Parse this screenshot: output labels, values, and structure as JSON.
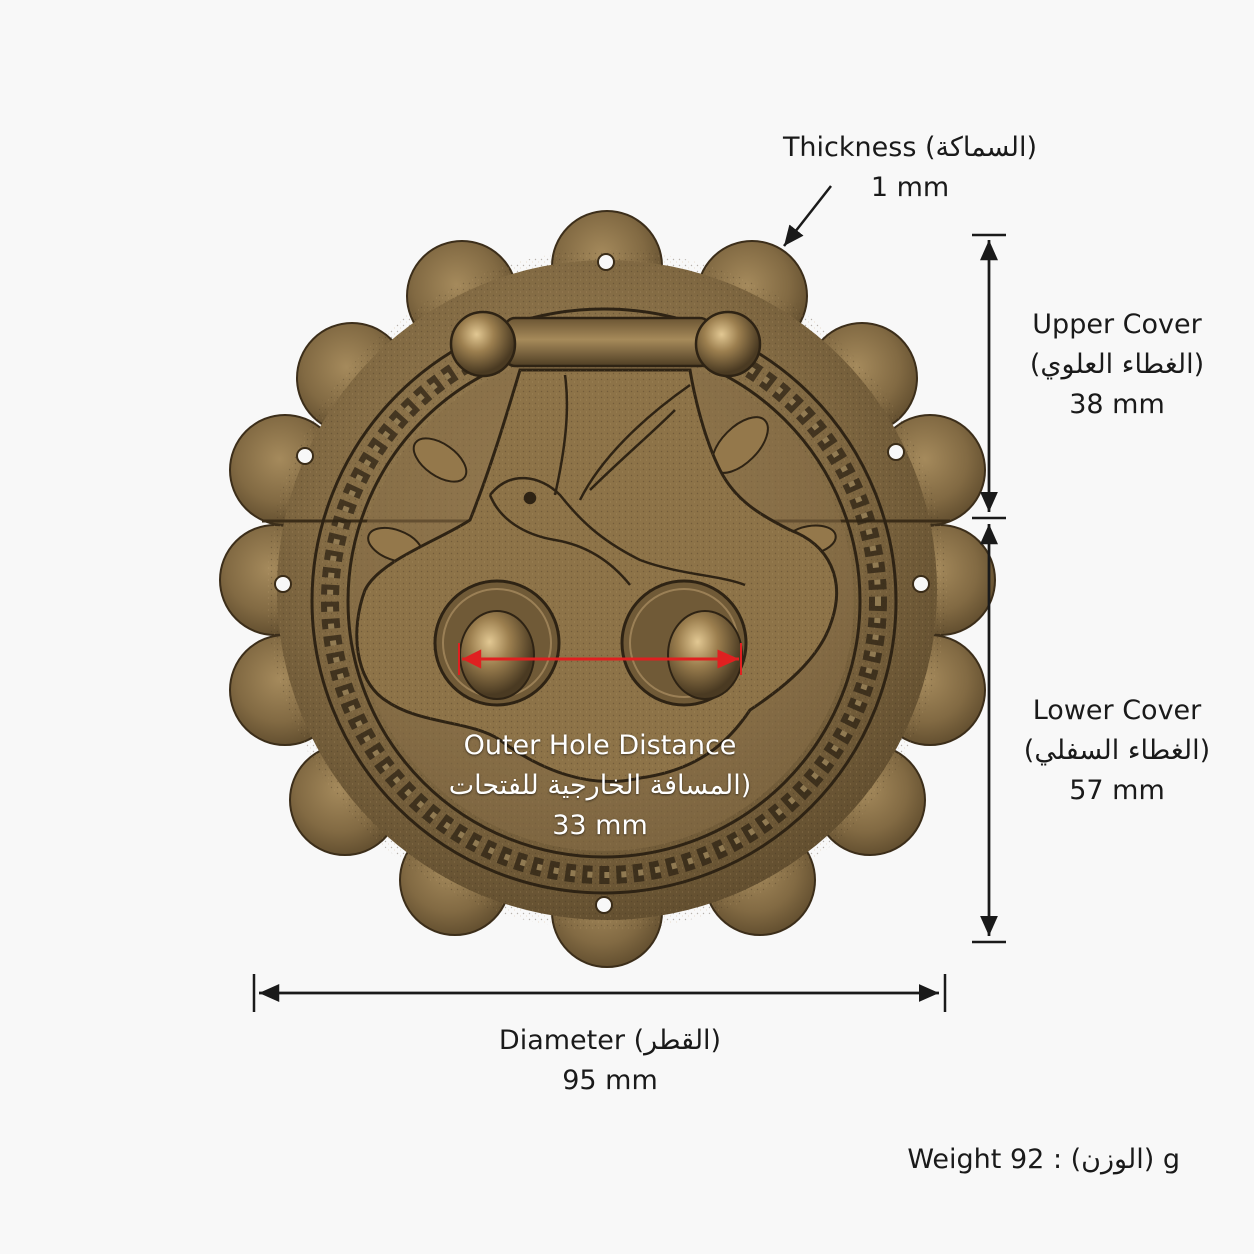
{
  "labels": {
    "thickness": {
      "title": "Thickness",
      "arabic": "(السماكة)",
      "value": "1 mm"
    },
    "upper_cover": {
      "title": "Upper Cover",
      "arabic": "(الغطاء العلوي)",
      "value": "38 mm"
    },
    "lower_cover": {
      "title": "Lower Cover",
      "arabic": "(الغطاء السفلي)",
      "value": "57 mm"
    },
    "outer_hole_distance": {
      "title": "Outer Hole Distance",
      "arabic": "(المسافة الخارجية للفتحات",
      "value": "33 mm"
    },
    "diameter": {
      "title": "Diameter",
      "arabic": "(القطر)",
      "value": "95 mm"
    },
    "weight": {
      "title": "Weight",
      "arabic": "(الوزن)",
      "separator": ":",
      "value": "92 g"
    }
  },
  "colors": {
    "background": "#f8f8f8",
    "brass_light": "#a58a5c",
    "brass_mid": "#7e6640",
    "brass_dark": "#4a3a22",
    "dimension_line": "#1a1a1a",
    "hole_distance_arrow": "#e02020"
  }
}
